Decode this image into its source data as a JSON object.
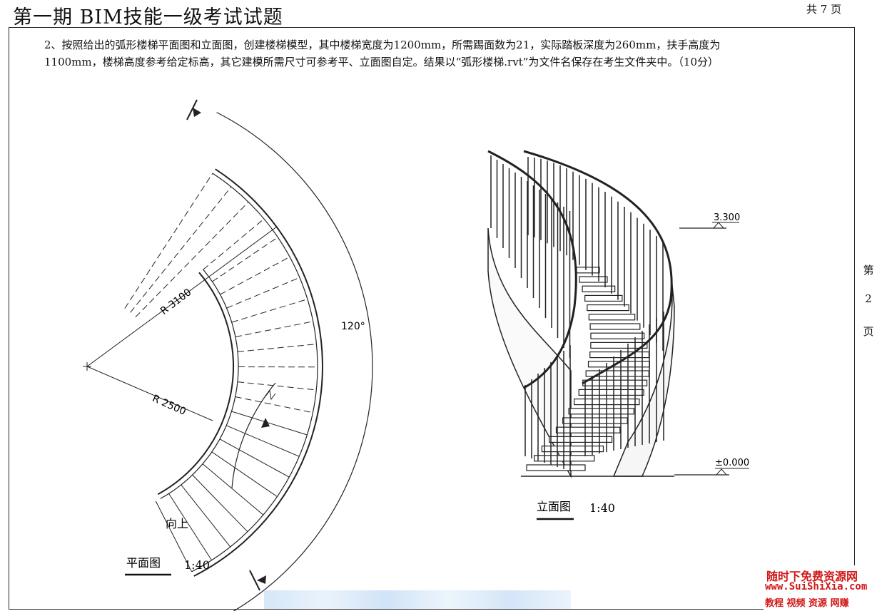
{
  "header": {
    "title": "第一期 BIM技能一级考试试题",
    "page_count": "共 7 页"
  },
  "question": {
    "line1": "2、按照给出的弧形楼梯平面图和立面图，创建楼梯模型，其中楼梯宽度为1200mm，所需踢面数为21，实际踏板深度为260mm，扶手高度为",
    "line2": "1100mm，楼梯高度参考给定标高，其它建模所需尺寸可参考平、立面图自定。结果以“弧形楼梯.rvt”为文件名保存在考生文件夹中。（10分）"
  },
  "side_page": {
    "c1": "第",
    "c2": "2",
    "c3": "页"
  },
  "plan": {
    "r_outer": "R 3100",
    "r_inner": "R 2500",
    "angle": "120°",
    "up": "向上",
    "caption": "平面图",
    "scale": "1:40"
  },
  "elevation": {
    "top_level": "3.300",
    "bottom_level": "±0.000",
    "caption": "立面图",
    "scale": "1:40"
  },
  "watermark": {
    "line1": "随时下免费资源网",
    "line2": "www.SuiShiXia.com",
    "line3": "教程 视频 资源 网赚"
  }
}
